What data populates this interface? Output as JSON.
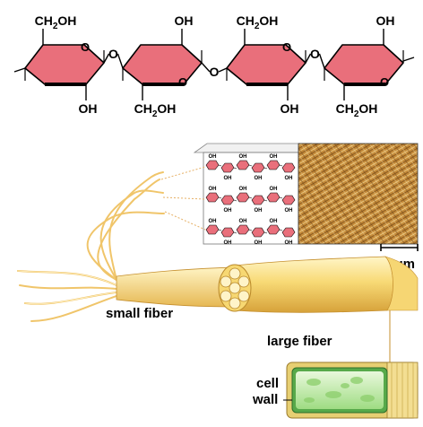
{
  "colors": {
    "ring_fill": "#e96f7b",
    "ring_stroke": "#000000",
    "fiber_light": "#fff2b8",
    "fiber_mid": "#f6d56d",
    "fiber_dark": "#d9a83a",
    "micrograph_base": "#c9943f",
    "cell_wall_green": "#7fc866",
    "cell_inner": "#cdefb8"
  },
  "chain": {
    "rings": [
      {
        "top_label": "CH2OH",
        "top_side": "left",
        "bottom_label": "OH",
        "bottom_side": "right",
        "ring_o": "O"
      },
      {
        "top_label": "OH",
        "top_side": "right",
        "bottom_label": "CH2OH",
        "bottom_side": "left",
        "ring_o": "O"
      },
      {
        "top_label": "CH2OH",
        "top_side": "left",
        "bottom_label": "OH",
        "bottom_side": "right",
        "ring_o": "O"
      },
      {
        "top_label": "OH",
        "top_side": "right",
        "bottom_label": "CH2OH",
        "bottom_side": "left",
        "ring_o": "O"
      }
    ],
    "bridge_o": "O"
  },
  "inset": {
    "oh_label": "OH",
    "scale_label": "5 μm"
  },
  "labels": {
    "small_fiber": "small fiber",
    "large_fiber": "large fiber",
    "cell_wall_1": "cell",
    "cell_wall_2": "wall"
  }
}
